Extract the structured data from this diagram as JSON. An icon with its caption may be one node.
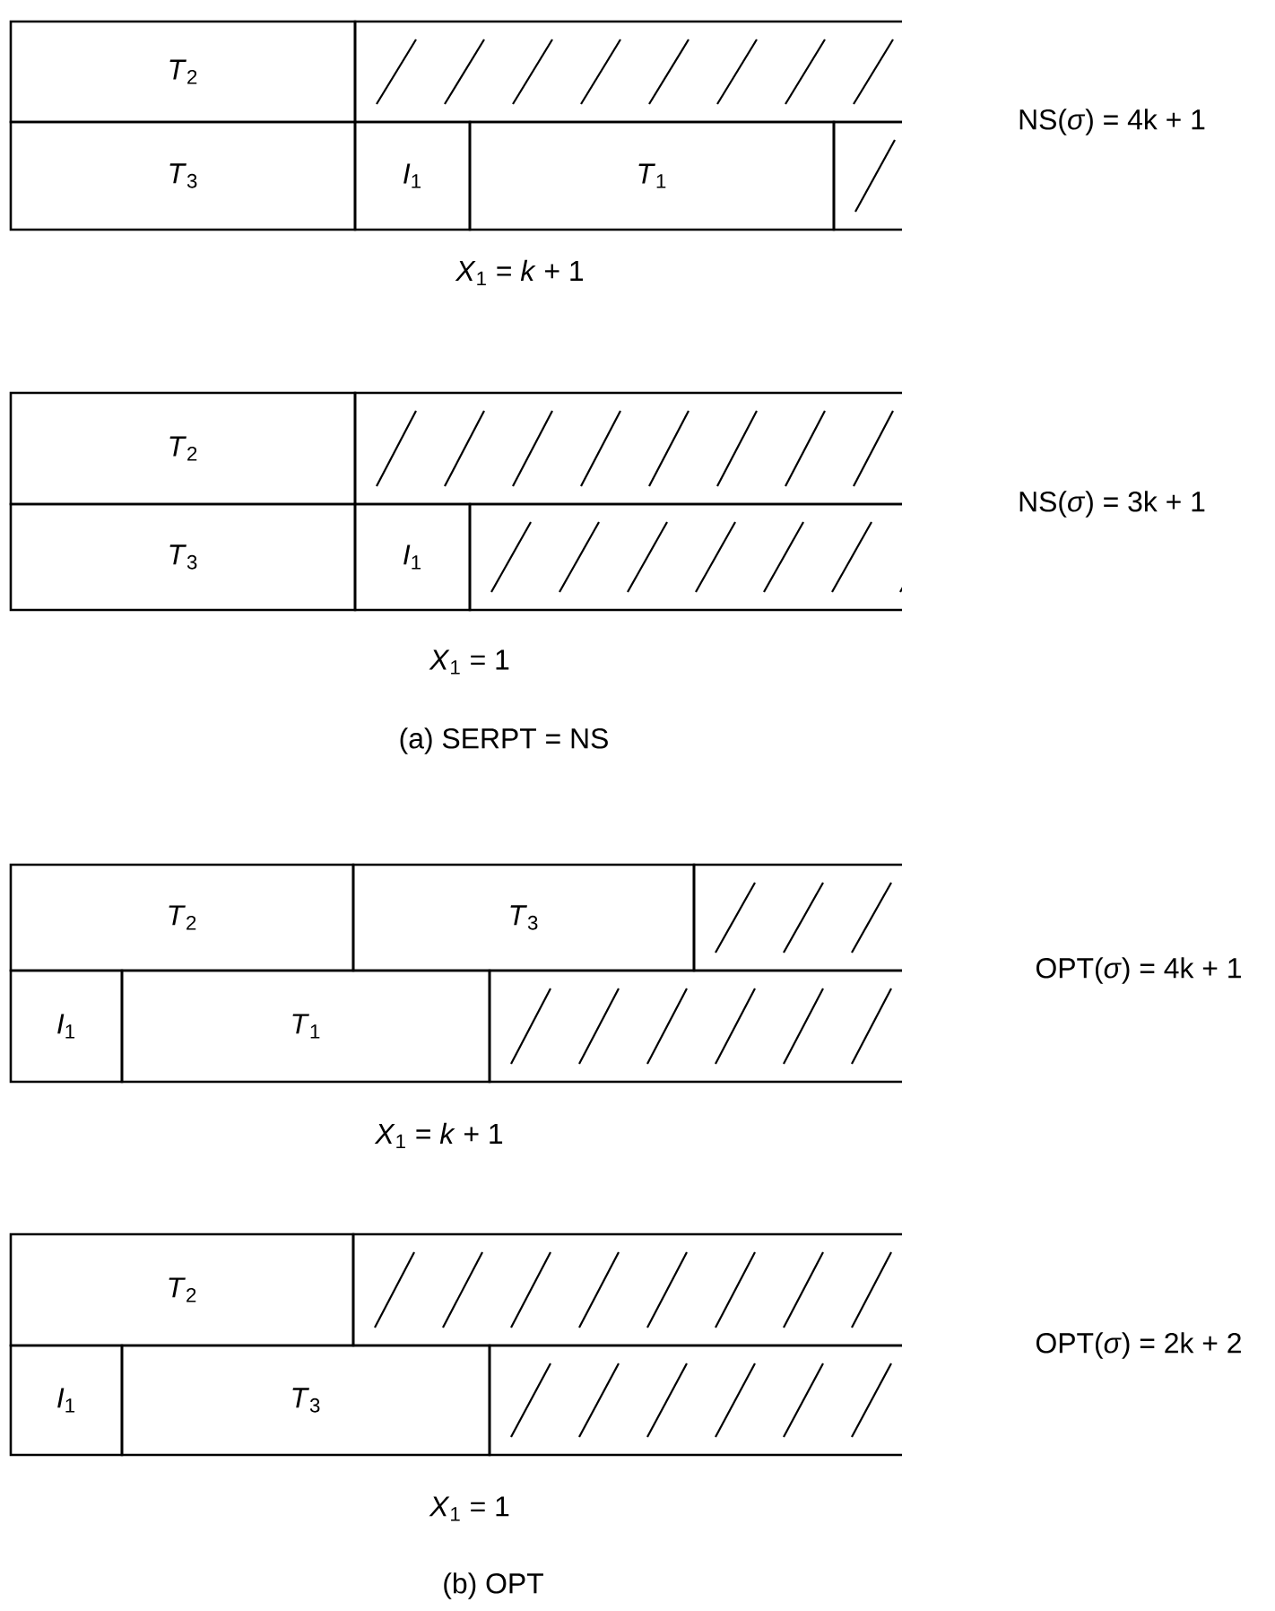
{
  "diagram": {
    "nodes": [
      {
        "text": [
          "*T*$_{2}$"
        ]
      },
      {
        "text": [],
        "shape": "box"
      },
      {
        "text": [
          "*T*$_{3}$"
        ]
      },
      {
        "text": [
          "*I*$_{1}$"
        ]
      },
      {
        "text": [
          "*T*$_{1}$"
        ]
      },
      {
        "text": [],
        "shape": "box"
      },
      {
        "text": [
          "*T*$_{2}$"
        ]
      },
      {
        "text": [],
        "shape": "box"
      },
      {
        "text": [
          "*T*$_{3}$"
        ]
      },
      {
        "text": [
          "*I*$_{1}$"
        ]
      },
      {
        "text": [],
        "shape": "box"
      },
      {
        "text": [
          "*T*$_{2}$"
        ]
      },
      {
        "text": [
          "*T*$_{3}$"
        ]
      },
      {
        "text": [],
        "shape": "box"
      },
      {
        "text": [
          "*I*$_{1}$"
        ]
      },
      {
        "text": [
          "*T*$_{1}$"
        ]
      },
      {
        "text": [],
        "shape": "box"
      },
      {
        "text": [
          "*T*$_{2}$"
        ]
      },
      {
        "text": [],
        "shape": "box"
      },
      {
        "text": [
          "*I*$_{1}$"
        ]
      },
      {
        "text": [
          "*T*$_{3}$"
        ]
      },
      {
        "text": [],
        "shape": "box"
      }
    ],
    "labels": [
      "NS(*σ*) = 4k + 1",
      "*X*$_{1}$ = *k* + 1",
      "NS(*σ*) = 3k + 1",
      "*X*$_{1}$ = 1",
      "(a) SERPT = NS",
      "OPT(*σ*) = 4k + 1",
      "*X*$_{1}$ = *k* + 1",
      "OPT(*σ*) = 2k + 2",
      "*X*$_{1}$ = 1",
      "(b) OPT"
    ]
  }
}
